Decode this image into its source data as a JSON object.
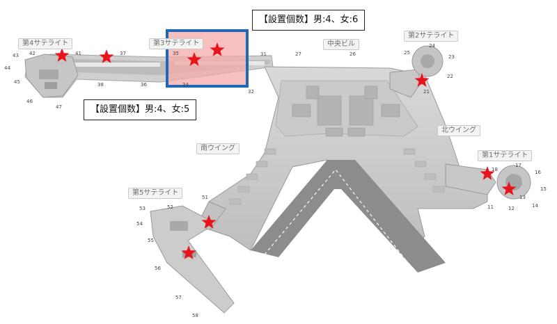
{
  "callouts": {
    "top": "【設置個数】男:4、女:6",
    "left": "【設置個数】男:4、女:5"
  },
  "areas": {
    "sat4": "第4サテライト",
    "sat3": "第3サテライト",
    "central": "中央ビル",
    "sat2": "第2サテライト",
    "south_wing": "南ウイング",
    "north_wing": "北ウイング",
    "sat1": "第1サテライト",
    "sat5": "第5サテライト"
  },
  "gates": [
    "43",
    "42",
    "41",
    "37",
    "44",
    "45",
    "46",
    "47",
    "38",
    "36",
    "35",
    "34",
    "31",
    "32",
    "27",
    "26",
    "25",
    "24",
    "23",
    "22",
    "21",
    "18",
    "16",
    "17",
    "15",
    "14",
    "13",
    "12",
    "11",
    "51",
    "52",
    "53",
    "54",
    "55",
    "56",
    "57",
    "58"
  ],
  "marker_icon": "red-star-icon",
  "colors": {
    "marker": "#e8131b",
    "highlight_border": "#1f67b8",
    "highlight_fill": "#f6a9a9"
  }
}
